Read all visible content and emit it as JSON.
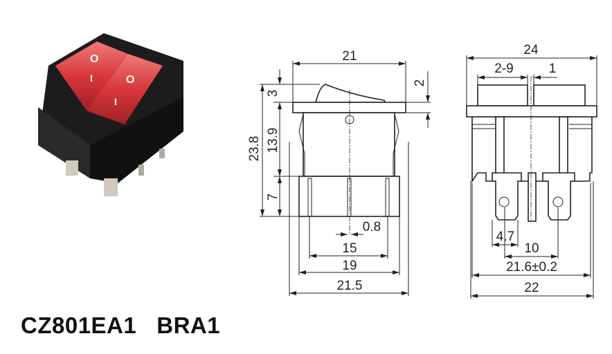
{
  "model": "CZ801EA1   BRA1",
  "colors": {
    "housing": "#1c1c1c",
    "rocker": "#d8383c",
    "line": "#231f20"
  },
  "photo": {
    "symbol_off": "O",
    "symbol_on": "I"
  },
  "front_view": {
    "width_top": "21",
    "rocker_height": "3",
    "bezel_height": "2",
    "total_height": "23.8",
    "body_height": "13.9",
    "pin_height": "7",
    "pin_width": "0.8",
    "pin_pitch": "15",
    "base_width": "19",
    "overall_width": "21.5"
  },
  "side_view": {
    "width_top": "24",
    "cap_width": "2-9",
    "gap": "1",
    "terminal_width": "4.7",
    "terminal_pitch": "10",
    "clip_width": "21.6±0.2",
    "overall_width": "22"
  }
}
